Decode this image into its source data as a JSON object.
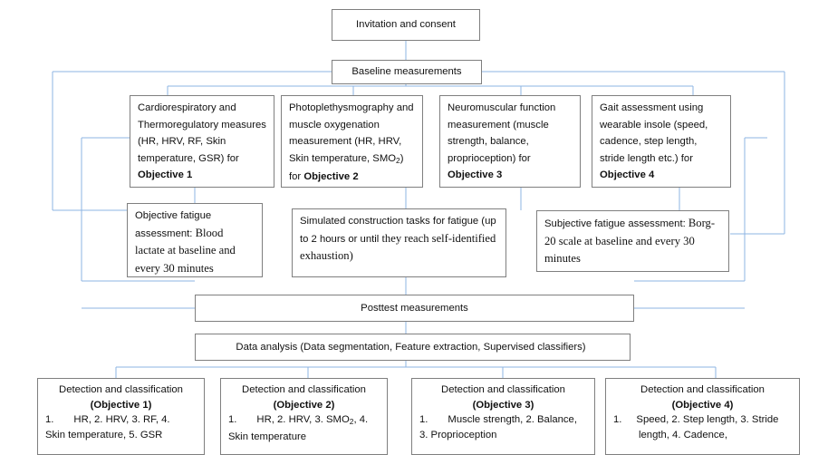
{
  "diagram": {
    "title": "Study protocol flowchart",
    "colors": {
      "box_border": "#7f7f7f",
      "connector": "#8eb4e3",
      "text": "#111111",
      "background": "#ffffff"
    },
    "nodes": {
      "invitation": {
        "label": "Invitation and consent"
      },
      "baseline": {
        "label": "Baseline measurements"
      },
      "measure1": {
        "text": "Cardiorespiratory and Thermoregulatory measures (HR, HRV, RF, Skin temperature, GSR) for ",
        "bold": "Objective 1"
      },
      "measure2": {
        "text_a": "Photoplethysmography and muscle oxygenation measurement (HR, HRV, Skin temperature, SMO",
        "sub": "2",
        "text_b": ") for ",
        "bold": "Objective 2"
      },
      "measure3": {
        "text": "Neuromuscular function measurement (muscle strength, balance, proprioception) for ",
        "bold": "Objective 3"
      },
      "measure4": {
        "text": "Gait assessment using wearable insole (speed, cadence, step length, stride length etc.) for ",
        "bold": "Objective 4"
      },
      "objective_fatigue": {
        "sans": "Objective fatigue assessment:",
        "serif": " Blood lactate at baseline and every 30 minutes"
      },
      "simulated_tasks": {
        "sans": "Simulated construction tasks for fatigue (up to 2 hours or until ",
        "serif": "they reach self-identified exhaustion)"
      },
      "subjective_fatigue": {
        "sans": "Subjective fatigue assessment:",
        "serif": " Borg-20 scale at baseline and every 30 minutes"
      },
      "posttest": {
        "label": "Posttest measurements"
      },
      "data_analysis": {
        "label": "Data analysis (Data segmentation, Feature extraction, Supervised classifiers)"
      },
      "detect1": {
        "title": "Detection and classification",
        "objective": "(Objective 1)",
        "line1_num": "1.",
        "line1": "HR, 2. HRV, 3. RF, 4.",
        "line2": "Skin temperature, 5. GSR"
      },
      "detect2": {
        "title": "Detection and classification",
        "objective": "(Objective 2)",
        "line1_num": "1.",
        "line1_a": "HR, 2. HRV, 3. SMO",
        "line1_sub": "2",
        "line1_b": ", 4.",
        "line2": "Skin temperature"
      },
      "detect3": {
        "title": "Detection and classification",
        "objective": "(Objective 3)",
        "line1_num": "1.",
        "line1": "Muscle strength, 2. Balance,",
        "line2": "3. Proprioception"
      },
      "detect4": {
        "title": "Detection and classification",
        "objective": "(Objective 4)",
        "line1_num": "1.",
        "line1": "Speed, 2. Step length, 3. Stride",
        "line2": "length, 4. Cadence,"
      }
    }
  }
}
